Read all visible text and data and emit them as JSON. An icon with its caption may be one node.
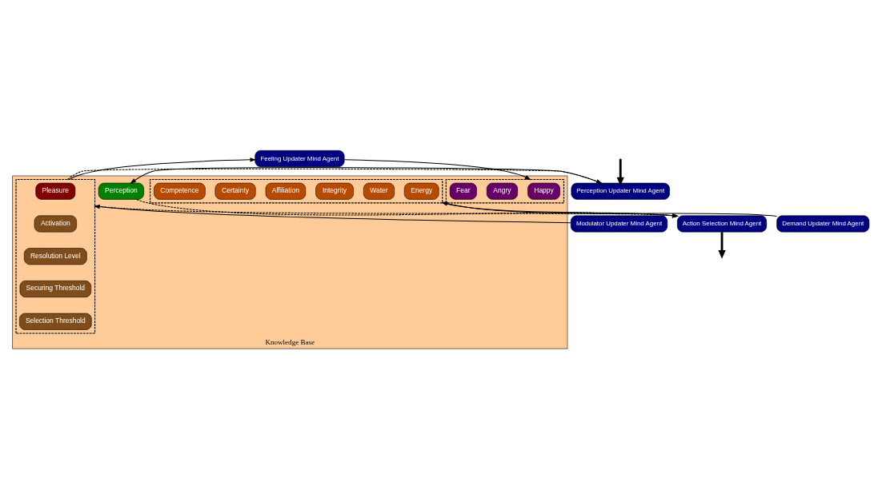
{
  "diagram": {
    "nodes": [
      {
        "text": [
          "Feeling Updater Mind Agent"
        ]
      },
      {
        "text": [
          "Perception Updater Mind Agent"
        ]
      },
      {
        "text": [
          "Knowledge Base"
        ]
      },
      {
        "text": [
          "Perception"
        ],
        "in": 2
      },
      {
        "text": [],
        "shape": "box",
        "in": 2
      },
      {
        "text": [
          "Happy"
        ],
        "in": 4
      },
      {
        "text": [
          "Angry"
        ],
        "in": 4
      },
      {
        "text": [
          "Fear"
        ],
        "in": 4
      },
      {
        "text": [
          "Action Selection Mind Agent"
        ]
      },
      {
        "text": [],
        "shape": "box",
        "in": 2
      },
      {
        "text": [
          "Pleasure"
        ],
        "in": 9
      },
      {
        "text": [
          "Activation"
        ],
        "in": 9
      },
      {
        "text": [
          "Resolution Level"
        ],
        "in": 9
      },
      {
        "text": [
          "Securing Threshold"
        ],
        "in": 9
      },
      {
        "text": [
          "Selection Threshold"
        ],
        "in": 9
      },
      {
        "text": [],
        "shape": "box",
        "in": 2
      },
      {
        "text": [
          "Energy"
        ],
        "in": 15
      },
      {
        "text": [
          "Water"
        ],
        "in": 15
      },
      {
        "text": [
          "Integrity"
        ],
        "in": 15
      },
      {
        "text": [
          "Affiliation"
        ],
        "in": 15
      },
      {
        "text": [
          "Certainty"
        ],
        "in": 15
      },
      {
        "text": [
          "Competence"
        ],
        "in": 15
      },
      {
        "text": [
          "Modulator Updater Mind Agent"
        ]
      },
      {
        "text": [
          "Demand Updater Mind Agent"
        ]
      }
    ],
    "edges": [
      {
        "from": null,
        "to": 1,
        "arrow": "to",
        "style": "thick"
      },
      {
        "from": 1,
        "to": 3,
        "arrow": "to"
      },
      {
        "from": 9,
        "to": 0,
        "arrow": "to"
      },
      {
        "from": 0,
        "to": 4,
        "arrow": "to"
      },
      {
        "from": 3,
        "to": 8,
        "arrow": "to",
        "style": "dashed"
      },
      {
        "from": 9,
        "to": 8,
        "arrow": "to",
        "style": "dashed"
      },
      {
        "from": 9,
        "to": 1,
        "arrow": "to",
        "style": "dashed"
      },
      {
        "from": 15,
        "to": 8,
        "arrow": "to"
      },
      {
        "from": 22,
        "to": 9,
        "arrow": "to"
      },
      {
        "from": 23,
        "to": 15,
        "arrow": "to"
      },
      {
        "from": 8,
        "to": null,
        "arrow": "to",
        "style": "thick"
      }
    ]
  }
}
